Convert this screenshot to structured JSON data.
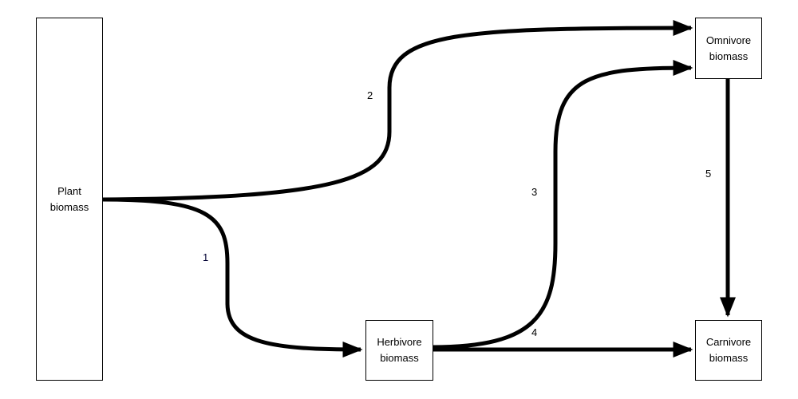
{
  "nodes": {
    "plant": {
      "line1": "Plant",
      "line2": "biomass"
    },
    "herbivore": {
      "line1": "Herbivore",
      "line2": "biomass"
    },
    "omnivore": {
      "line1": "Omnivore",
      "line2": "biomass"
    },
    "carnivore": {
      "line1": "Carnivore",
      "line2": "biomass"
    }
  },
  "edges": {
    "plant_to_herbivore": {
      "label": "1",
      "from": "Plant biomass",
      "to": "Herbivore biomass"
    },
    "plant_to_omnivore": {
      "label": "2",
      "from": "Plant biomass",
      "to": "Omnivore biomass"
    },
    "herbivore_to_omnivore": {
      "label": "3",
      "from": "Herbivore biomass",
      "to": "Omnivore biomass"
    },
    "herbivore_to_carnivore": {
      "label": "4",
      "from": "Herbivore biomass",
      "to": "Carnivore biomass"
    },
    "omnivore_to_carnivore": {
      "label": "5",
      "from": "Omnivore biomass",
      "to": "Carnivore biomass"
    }
  },
  "colors": {
    "stroke": "#000000",
    "background": "#ffffff"
  }
}
